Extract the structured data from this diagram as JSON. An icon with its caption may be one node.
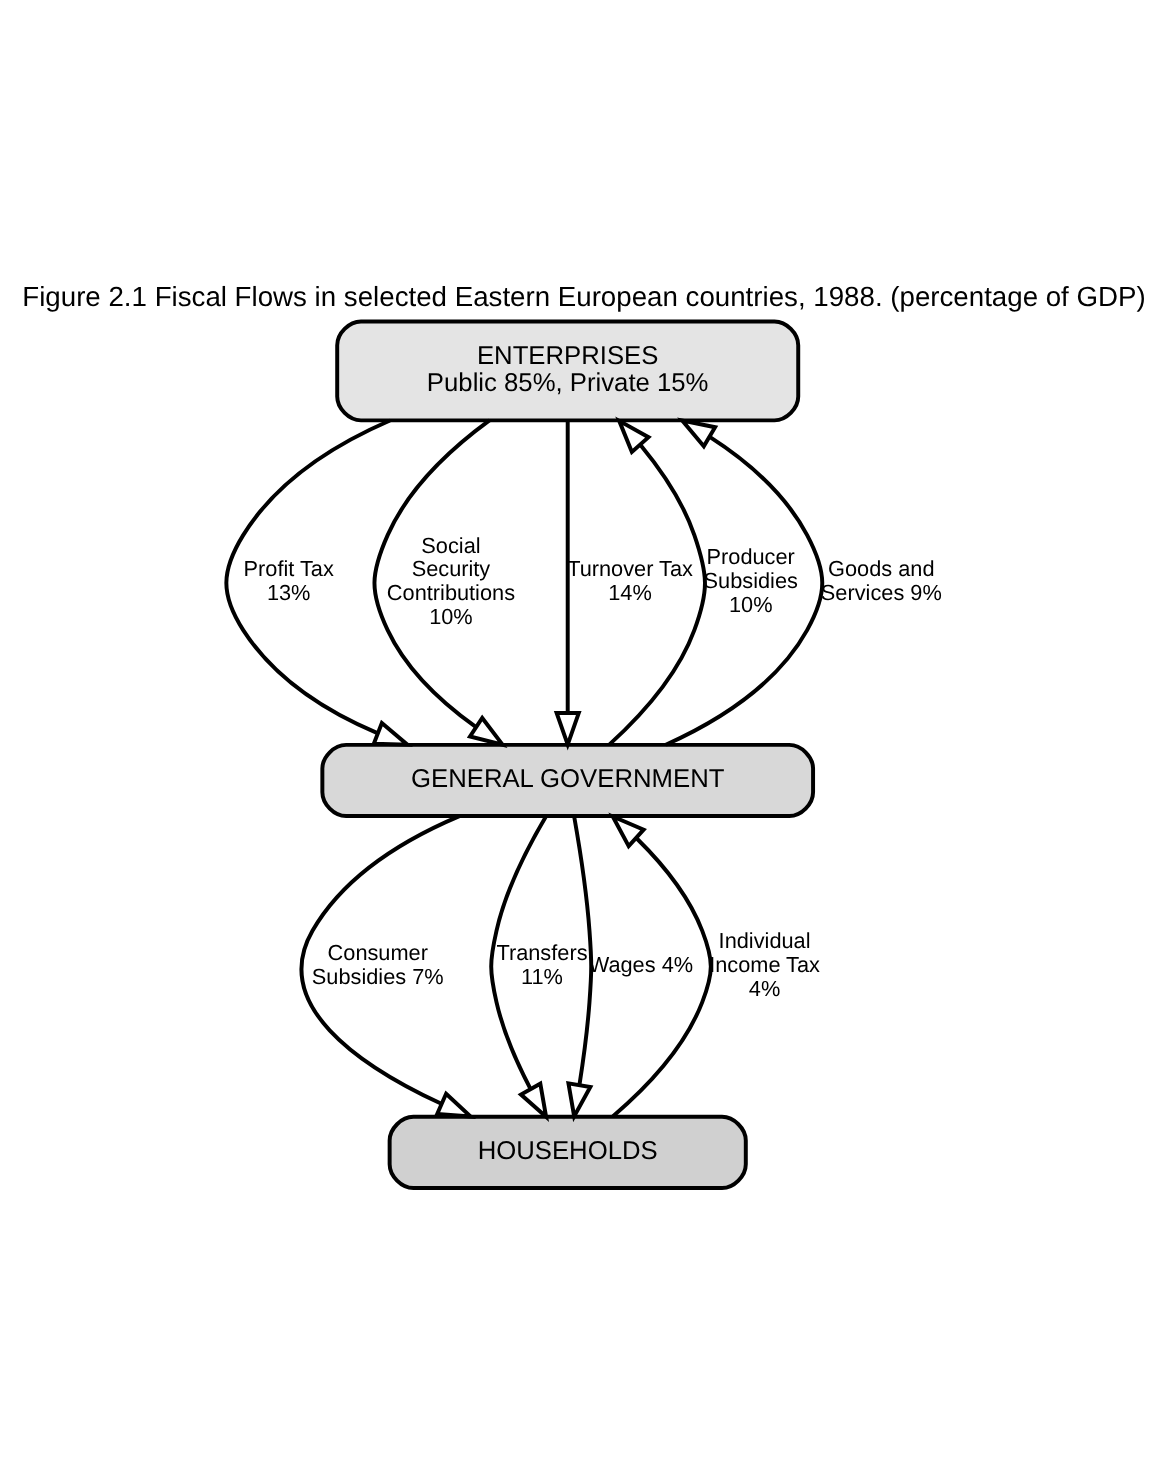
{
  "diagram": {
    "title": "Figure 2.1 Fiscal Flows in selected Eastern European countries, 1988. (percentage of GDP)",
    "nodes": [
      {
        "text": [
          "ENTERPRISES",
          "Public 85%, Private 15%"
        ]
      },
      {
        "text": [
          "GENERAL GOVERNMENT"
        ]
      },
      {
        "text": [
          "HOUSEHOLDS"
        ]
      }
    ],
    "edges": [
      {
        "from": 0,
        "to": 1,
        "arrow": "to",
        "label": "Profit Tax 13%"
      },
      {
        "from": 0,
        "to": 1,
        "arrow": "to",
        "label": "Social Security Contributions 10%"
      },
      {
        "from": 0,
        "to": 1,
        "arrow": "to",
        "label": "Turnover Tax 14%"
      },
      {
        "from": 1,
        "to": 0,
        "arrow": "to",
        "label": "Producer Subsidies 10%"
      },
      {
        "from": 1,
        "to": 0,
        "arrow": "to",
        "label": "Goods and Services 9%"
      },
      {
        "from": 1,
        "to": 2,
        "arrow": "to",
        "label": "Consumer Subsidies 7%"
      },
      {
        "from": 1,
        "to": 2,
        "arrow": "to",
        "label": "Transfers 11%"
      },
      {
        "from": 1,
        "to": 2,
        "arrow": "to",
        "label": "Wages 4%"
      },
      {
        "from": 2,
        "to": 1,
        "arrow": "to",
        "label": "Individual Income Tax 4%"
      }
    ]
  }
}
